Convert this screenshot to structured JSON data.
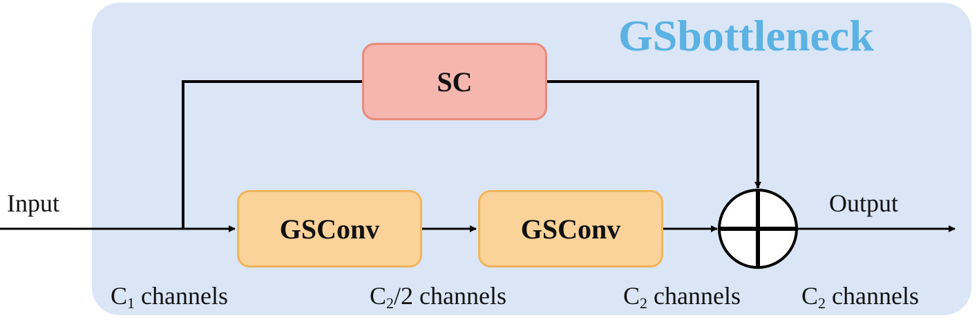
{
  "diagram": {
    "title": "GSbottleneck",
    "blocks": {
      "sc": "SC",
      "gsconv_1": "GSConv",
      "gsconv_2": "GSConv"
    },
    "labels": {
      "input": "Input",
      "output": "Output",
      "c1_channels": {
        "base": "C",
        "sub": "1",
        "rest": " channels"
      },
      "c2_half_channels": {
        "base": "C",
        "sub": "2",
        "rest": "/2 channels"
      },
      "c2_channels_pre": {
        "base": "C",
        "sub": "2",
        "rest": " channels"
      },
      "c2_channels_out": {
        "base": "C",
        "sub": "2",
        "rest": " channels"
      }
    },
    "colors": {
      "background": "#dae6f6",
      "title": "#5bb2e3",
      "sc_fill": "#f4b6ae",
      "sc_border": "#e98a7c",
      "gsconv_fill": "#fbd39a",
      "gsconv_border": "#f3b45a",
      "line": "#000000"
    }
  }
}
